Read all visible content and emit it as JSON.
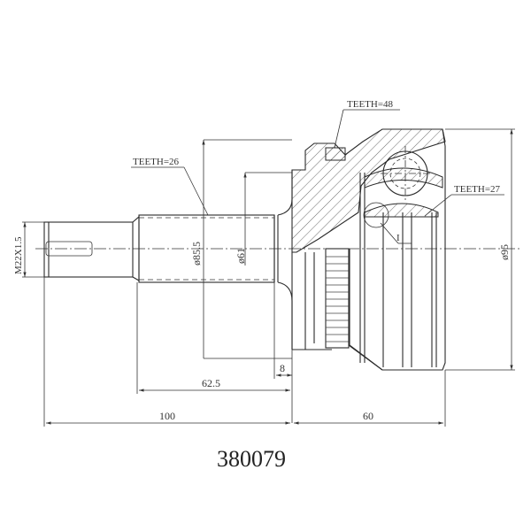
{
  "part_number": "380079",
  "labels": {
    "teeth_outer": "TEETH=48",
    "teeth_shaft": "TEETH=26",
    "teeth_inner": "TEETH=27",
    "detail": "I",
    "thread": "M22X1.5"
  },
  "dimensions": {
    "dia_shaft_outer": "ø85.5",
    "dia_shaft_inner": "ø61",
    "dia_housing": "ø95",
    "len_shoulder": "8",
    "len_spline": "62.5",
    "len_total_left": "100",
    "len_housing": "60"
  }
}
